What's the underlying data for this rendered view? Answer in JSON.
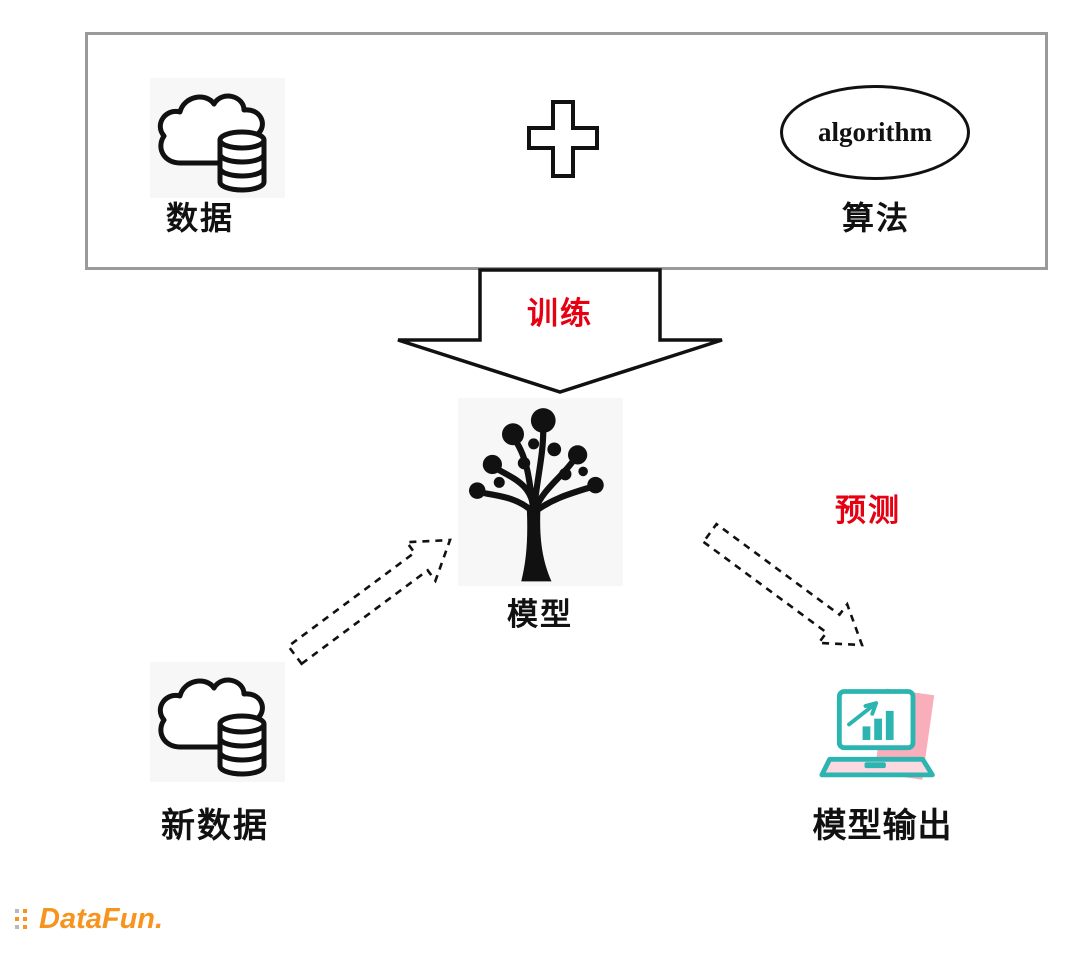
{
  "diagram": {
    "top_box": {
      "data": {
        "label": "数据",
        "icon": "cloud-database-icon"
      },
      "plus": {
        "icon": "plus-icon"
      },
      "algorithm": {
        "ellipse_text": "algorithm",
        "label": "算法"
      }
    },
    "train_arrow": {
      "label": "训练",
      "shape": "block-down-arrow"
    },
    "model": {
      "label": "模型",
      "icon": "tree-icon"
    },
    "predict_arrow": {
      "label": "预测",
      "shape": "dashed-block-arrow"
    },
    "new_data": {
      "label": "新数据",
      "icon": "cloud-database-icon"
    },
    "output": {
      "label": "模型输出",
      "icon": "laptop-chart-icon"
    },
    "logo": {
      "text": "DataFun.",
      "icon": "dots-grid-icon"
    },
    "colors": {
      "highlight_red": "#e60012",
      "icon_black": "#111111",
      "box_border": "#9a9a9a",
      "logo_orange": "#f7941e",
      "laptop_teal": "#2cb5b0",
      "laptop_pink": "#f9aebc"
    }
  }
}
